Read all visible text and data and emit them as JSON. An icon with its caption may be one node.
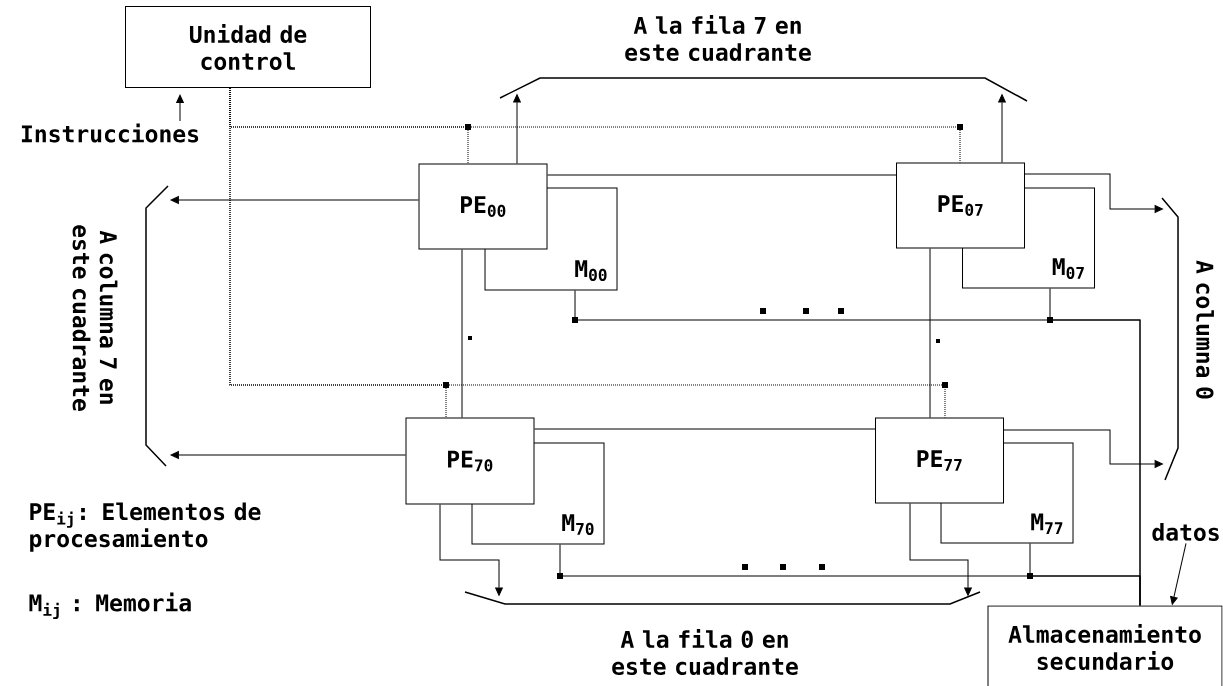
{
  "diagram": {
    "nodes": [
      {
        "text": [
          "Unidad de control"
        ]
      },
      {
        "text": [
          "PE$_{00}$"
        ]
      },
      {
        "text": [
          "M$_{00}$"
        ]
      },
      {
        "text": [
          "PE$_{07}$"
        ]
      },
      {
        "text": [
          "M$_{07}$"
        ]
      },
      {
        "text": [
          "PE$_{70}$"
        ]
      },
      {
        "text": [
          "M$_{70}$"
        ]
      },
      {
        "text": [
          "PE$_{77}$"
        ]
      },
      {
        "text": [
          "M$_{77}$"
        ]
      },
      {
        "text": [
          "Almacenamiento secundario"
        ]
      },
      {
        "text": [
          "Instrucciones"
        ]
      },
      {
        "text": [
          "datos"
        ]
      },
      {
        "text": [
          "A la fila 7 en este cuadrante"
        ]
      },
      {
        "text": [
          "A columna 7 en este cuadrante"
        ]
      },
      {
        "text": [
          "A columna 0"
        ]
      },
      {
        "text": [
          "A la fila 0 en este cuadrante"
        ]
      }
    ],
    "edges": [
      {
        "from": 10,
        "to": 0,
        "arrow": "to"
      },
      {
        "from": 11,
        "to": 9,
        "arrow": "to"
      },
      {
        "from": 0,
        "to": 1,
        "arrow": "none",
        "style": "dashed"
      },
      {
        "from": 0,
        "to": 3,
        "arrow": "none",
        "style": "dashed"
      },
      {
        "from": 0,
        "to": 5,
        "arrow": "none",
        "style": "dashed"
      },
      {
        "from": 0,
        "to": 7,
        "arrow": "none",
        "style": "dashed"
      },
      {
        "from": 1,
        "to": 12,
        "arrow": "to"
      },
      {
        "from": 3,
        "to": 12,
        "arrow": "to"
      },
      {
        "from": 1,
        "to": 13,
        "arrow": "to"
      },
      {
        "from": 5,
        "to": 13,
        "arrow": "to"
      },
      {
        "from": 3,
        "to": 14,
        "arrow": "to"
      },
      {
        "from": 7,
        "to": 14,
        "arrow": "to"
      },
      {
        "from": 5,
        "to": 15,
        "arrow": "to"
      },
      {
        "from": 7,
        "to": 15,
        "arrow": "to"
      },
      {
        "from": 1,
        "to": 3,
        "arrow": "none"
      },
      {
        "from": 5,
        "to": 7,
        "arrow": "none"
      },
      {
        "from": 1,
        "to": 5,
        "arrow": "none"
      },
      {
        "from": 3,
        "to": 7,
        "arrow": "none"
      },
      {
        "from": 2,
        "to": 9,
        "arrow": "none"
      },
      {
        "from": 4,
        "to": 9,
        "arrow": "none"
      },
      {
        "from": 6,
        "to": 9,
        "arrow": "none"
      },
      {
        "from": 8,
        "to": 9,
        "arrow": "none"
      }
    ],
    "labels": [
      "PE$_{ij}$: Elementos de procesamiento",
      "M$_{ij}$ : Memoria"
    ]
  }
}
